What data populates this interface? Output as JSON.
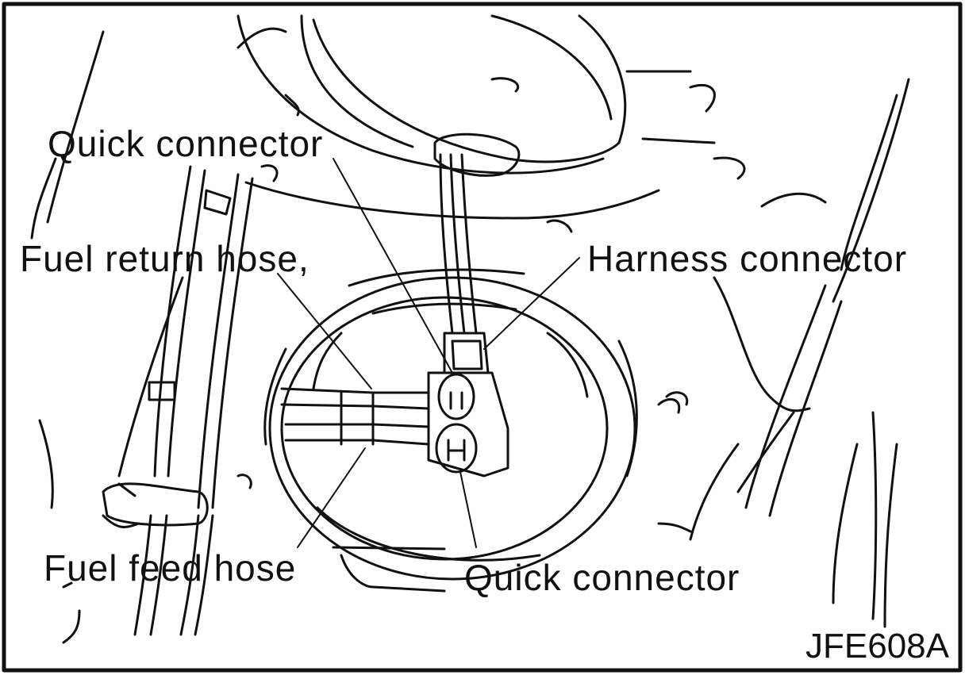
{
  "figure": {
    "figure_code": "JFE608A",
    "labels": {
      "quick_connector_top": "Quick connector",
      "fuel_return_hose": "Fuel return hose,",
      "harness_connector": "Harness connector",
      "fuel_feed_hose": "Fuel feed hose",
      "quick_connector_bottom": "Quick connector"
    },
    "colors": {
      "ink": "#111111",
      "paper": "#ffffff"
    }
  }
}
